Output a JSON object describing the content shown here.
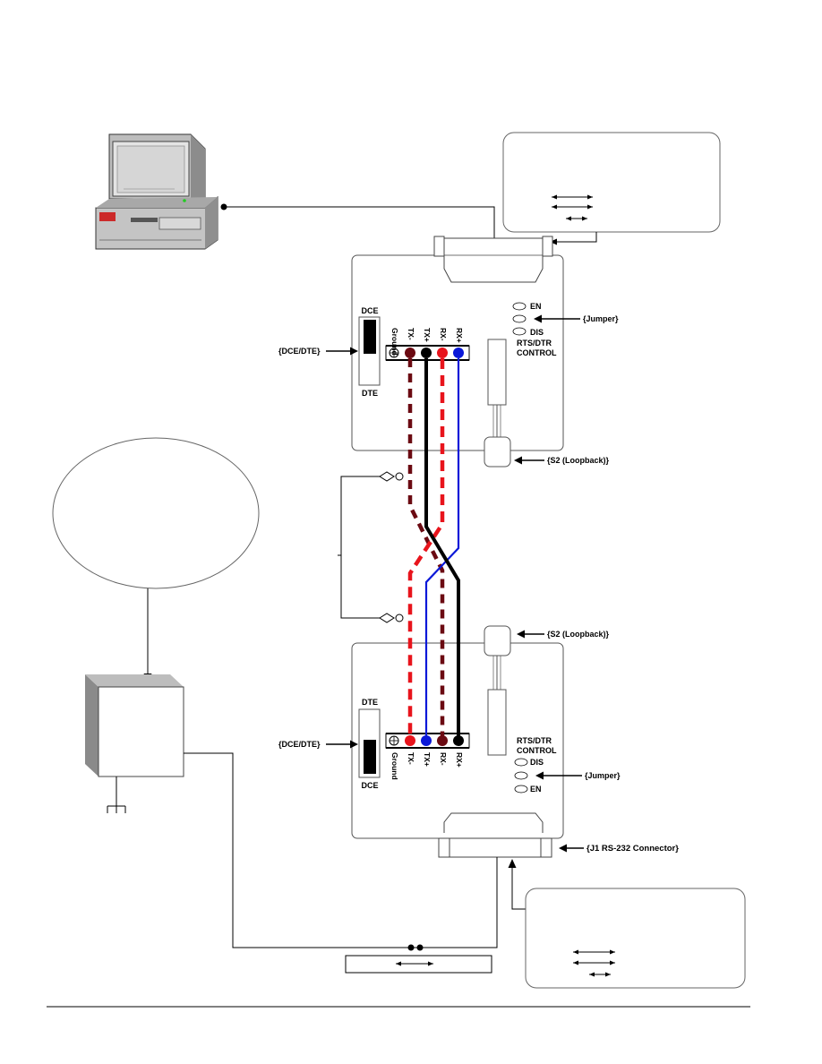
{
  "top_module": {
    "switch_top_label": "DCE",
    "switch_bottom_label": "DTE",
    "terminals": [
      "Ground",
      "TX-",
      "TX+",
      "RX-",
      "RX+"
    ],
    "jumper_options": [
      "EN",
      "",
      "DIS"
    ],
    "control_label_1": "RTS/DTR",
    "control_label_2": "CONTROL"
  },
  "bottom_module": {
    "switch_top_label": "DTE",
    "switch_bottom_label": "DCE",
    "terminals": [
      "Ground",
      "TX-",
      "TX+",
      "RX-",
      "RX+"
    ],
    "jumper_options": [
      "DIS",
      "",
      "EN"
    ],
    "control_label_1": "RTS/DTR",
    "control_label_2": "CONTROL"
  },
  "callouts": {
    "jumper_top": "{Jumper}",
    "jumper_bottom": "{Jumper}",
    "dce_dte_top": "{DCE/DTE}",
    "dce_dte_bottom": "{DCE/DTE}",
    "loopback_top": "{S2 (Loopback)}",
    "loopback_bottom": "{S2 (Loopback)}",
    "j1_connector": "{J1 RS-232 Connector}"
  },
  "wire_colors": {
    "tx_minus": "#e8141c",
    "tx_plus": "#000000",
    "rx_minus": "#6b0a12",
    "rx_plus": "#0a18d8",
    "tx_minus_terminal": "#e8141c",
    "rx_minus_top_terminal": "#6b0a12"
  }
}
